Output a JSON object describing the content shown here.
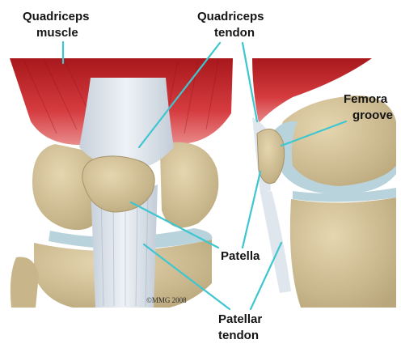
{
  "labels": {
    "quadriceps_muscle": [
      "Quadriceps",
      "muscle"
    ],
    "quadriceps_tendon": [
      "Quadriceps",
      "tendon"
    ],
    "femoral_groove": [
      "Femora",
      "groove"
    ],
    "patella": "Patella",
    "patellar_tendon": [
      "Patellar",
      "tendon"
    ]
  },
  "copyright": "©MMG 2008",
  "colors": {
    "muscle": "#c8282c",
    "muscle_light": "#e86a6a",
    "bone": "#d4c29a",
    "bone_shadow": "#b9a67a",
    "tendon": "#dfe6ee",
    "cartilage": "#b9d3dd",
    "leader_line": "#3ec6d0",
    "label_text": "#141414",
    "background": "#ffffff"
  }
}
